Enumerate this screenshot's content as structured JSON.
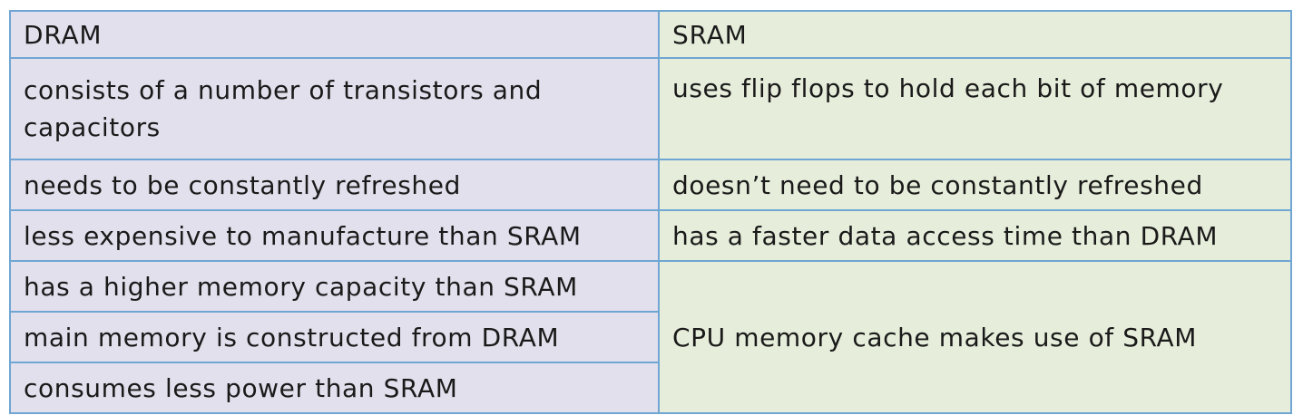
{
  "table": {
    "headers": {
      "dram": "DRAM",
      "sram": "SRAM"
    },
    "rows": [
      {
        "dram": "consists of a number of transistors and capacitors",
        "sram": "uses flip flops to hold each bit of memory"
      },
      {
        "dram": "needs to be constantly refreshed",
        "sram": "doesn’t need to be constantly refreshed"
      },
      {
        "dram": "less expensive to manufacture than SRAM",
        "sram": "has a faster data access time than DRAM"
      },
      {
        "dram": "has a higher memory capacity than SRAM",
        "sram": "CPU memory cache makes use of SRAM"
      },
      {
        "dram": "main memory is constructed from DRAM"
      },
      {
        "dram": "consumes less power than SRAM"
      }
    ]
  },
  "colors": {
    "dram_background": "#e2e0ec",
    "sram_background": "#e6eedb",
    "border": "#6fa6d3"
  }
}
